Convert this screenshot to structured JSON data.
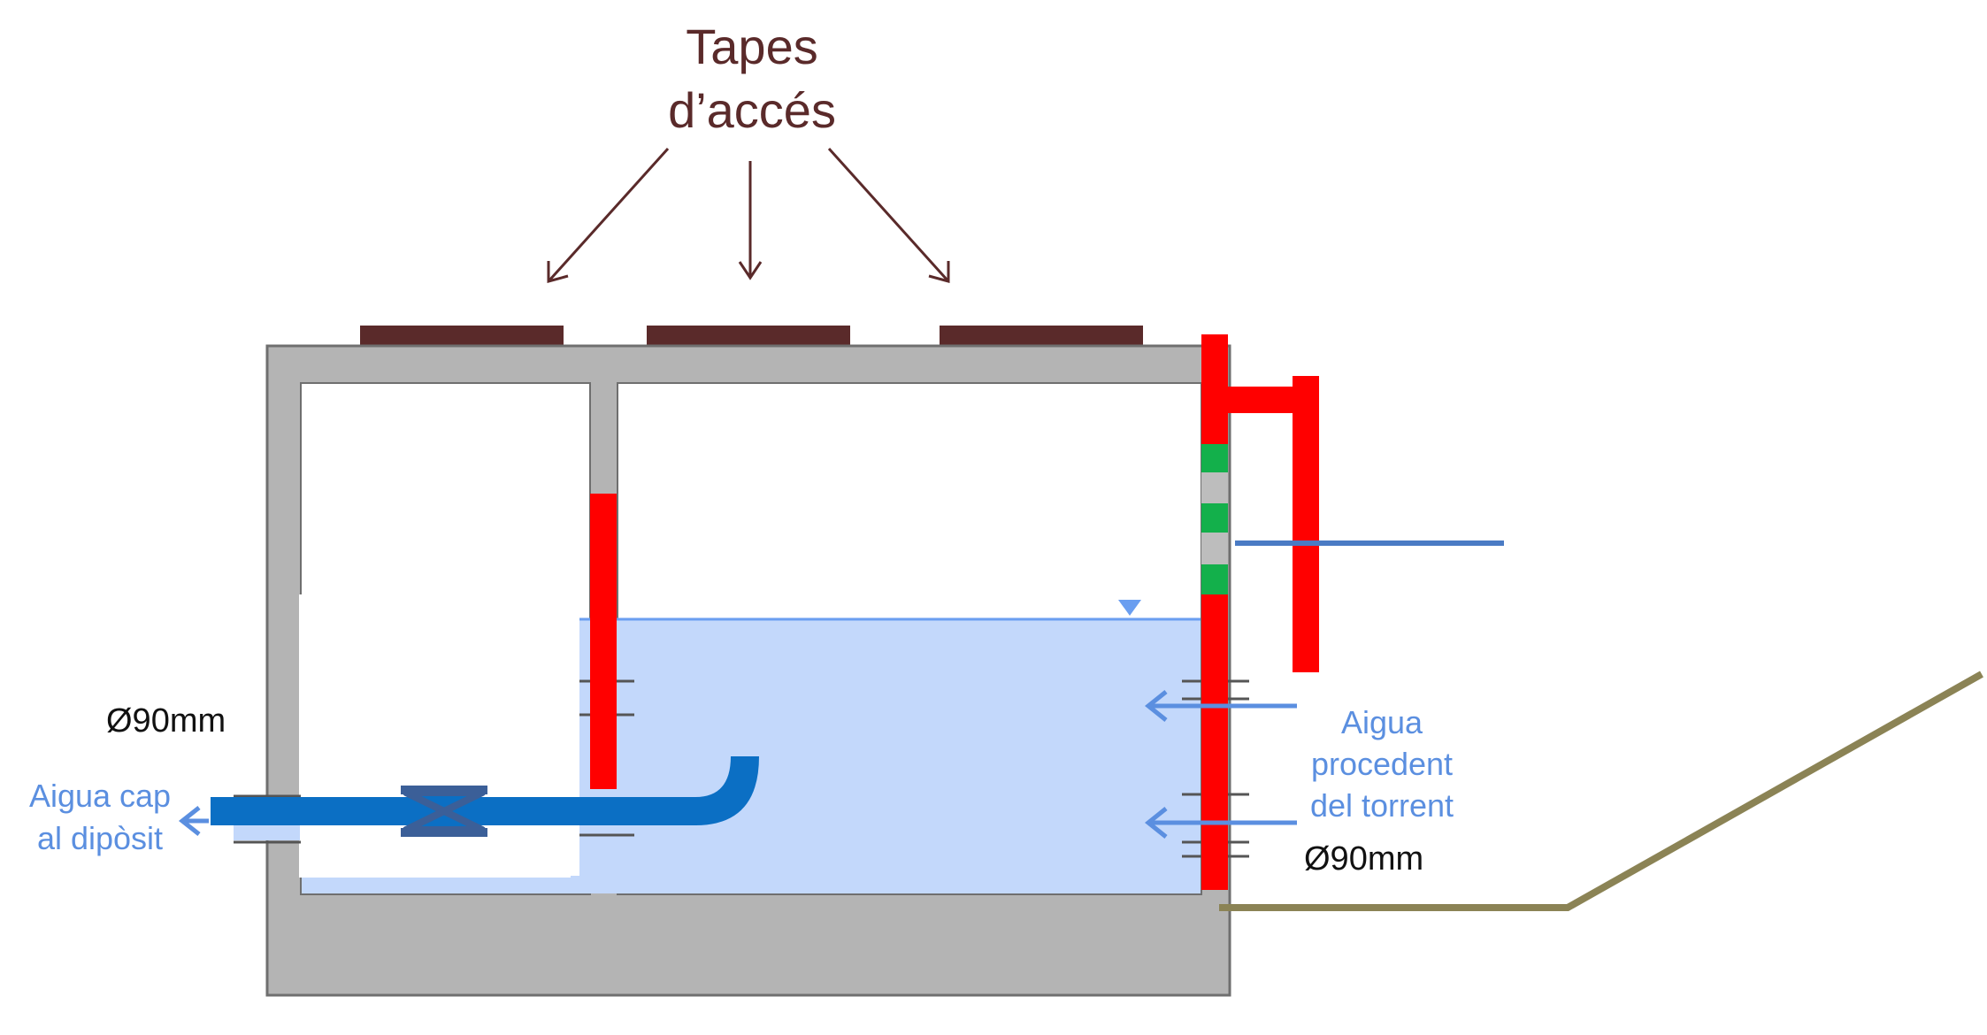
{
  "diagram": {
    "title_line1": "Tapes",
    "title_line2": "d’accés",
    "left_diameter": "Ø90mm",
    "outlet_line1": "Aigua cap",
    "outlet_line2": "al dipòsit",
    "inlet_line1": "Aigua",
    "inlet_line2": "procedent",
    "inlet_line3": "del torrent",
    "right_diameter": "Ø90mm"
  },
  "colors": {
    "concrete": "#b4b4b4",
    "concrete_edge": "#6f6f6f",
    "lid": "#5a2a2a",
    "title_text": "#5a2a2a",
    "water": "#c3d8fb",
    "water_line": "#6a9ef0",
    "pipe_blue": "#0b6fc4",
    "valve": "#3b5f98",
    "red_pipe": "#ff0000",
    "green_band": "#13b04b",
    "gray_band": "#bdbdbd",
    "indicator_line": "#4a7bc4",
    "ground": "#8b8355",
    "label_blue": "#5b8fe0",
    "label_black": "#111111"
  }
}
